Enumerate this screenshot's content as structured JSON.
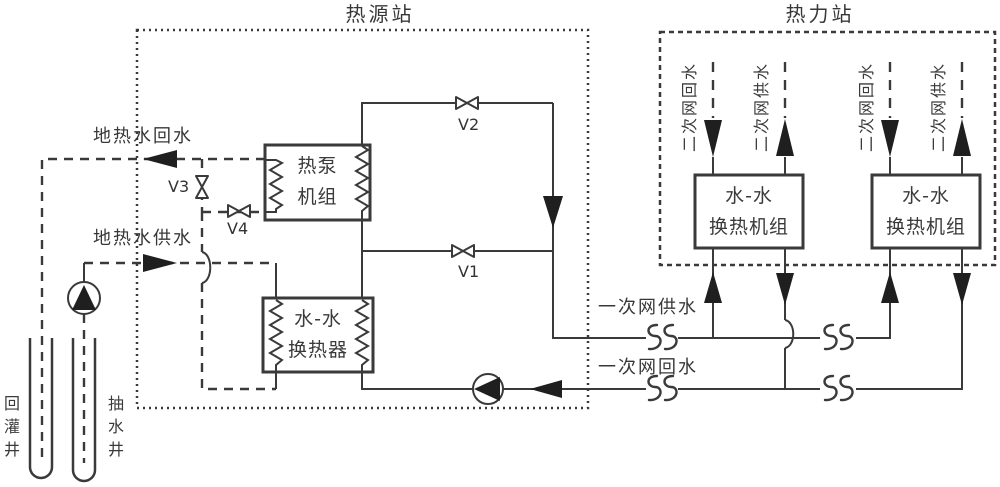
{
  "colors": {
    "line": "#3a3a3a",
    "text": "#383838",
    "background": "#ffffff"
  },
  "source_station": {
    "title": "热源站",
    "geothermal_return_label": "地热水回水",
    "geothermal_supply_label": "地热水供水",
    "heat_pump_unit": {
      "line1": "热泵",
      "line2": "机组"
    },
    "heat_exchanger": {
      "line1": "水-水",
      "line2": "换热器"
    },
    "valves": {
      "v1": "V1",
      "v2": "V2",
      "v3": "V3",
      "v4": "V4"
    },
    "wells": {
      "reinjection": "回灌井",
      "pumping": "抽水井"
    }
  },
  "thermal_station": {
    "title": "热力站",
    "units": [
      {
        "line1": "水-水",
        "line2": "换热机组",
        "secondary_return": "二次网回水",
        "secondary_supply": "二次网供水"
      },
      {
        "line1": "水-水",
        "line2": "换热机组",
        "secondary_return": "二次网回水",
        "secondary_supply": "二次网供水"
      }
    ]
  },
  "primary_network": {
    "supply_label": "一次网供水",
    "return_label": "一次网回水"
  }
}
